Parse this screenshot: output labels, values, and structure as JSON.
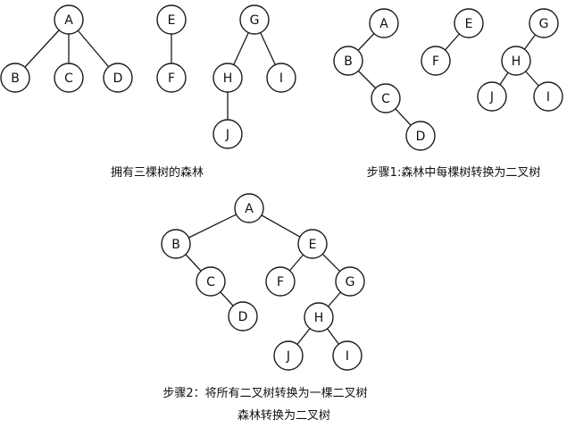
{
  "captions": {
    "forest": "拥有三棵树的森林",
    "step1": "步骤1:森林中每棵树转换为二叉树",
    "step2": "步骤2：将所有二叉树转换为一棵二叉树",
    "title": "森林转换为二叉树"
  },
  "panels": {
    "forest": {
      "nodes": [
        {
          "id": "fa",
          "label": "A"
        },
        {
          "id": "fb",
          "label": "B"
        },
        {
          "id": "fc",
          "label": "C"
        },
        {
          "id": "fd",
          "label": "D"
        },
        {
          "id": "fe",
          "label": "E"
        },
        {
          "id": "ff",
          "label": "F"
        },
        {
          "id": "fg",
          "label": "G"
        },
        {
          "id": "fh",
          "label": "H"
        },
        {
          "id": "fi",
          "label": "I"
        },
        {
          "id": "fj",
          "label": "J"
        }
      ],
      "edges": [
        [
          "fa",
          "fb"
        ],
        [
          "fa",
          "fc"
        ],
        [
          "fa",
          "fd"
        ],
        [
          "fe",
          "ff"
        ],
        [
          "fg",
          "fh"
        ],
        [
          "fg",
          "fi"
        ],
        [
          "fh",
          "fj"
        ]
      ]
    },
    "step1": {
      "nodes": [
        {
          "id": "sa",
          "label": "A"
        },
        {
          "id": "sb",
          "label": "B"
        },
        {
          "id": "sc",
          "label": "C"
        },
        {
          "id": "sd",
          "label": "D"
        },
        {
          "id": "se",
          "label": "E"
        },
        {
          "id": "sf",
          "label": "F"
        },
        {
          "id": "sg",
          "label": "G"
        },
        {
          "id": "sh",
          "label": "H"
        },
        {
          "id": "sj",
          "label": "J"
        },
        {
          "id": "si",
          "label": "I"
        }
      ],
      "edges": [
        [
          "sa",
          "sb"
        ],
        [
          "sb",
          "sc"
        ],
        [
          "sc",
          "sd"
        ],
        [
          "se",
          "sf"
        ],
        [
          "sg",
          "sh"
        ],
        [
          "sh",
          "sj"
        ],
        [
          "sh",
          "si"
        ]
      ]
    },
    "step2": {
      "nodes": [
        {
          "id": "ta",
          "label": "A"
        },
        {
          "id": "tb",
          "label": "B"
        },
        {
          "id": "te",
          "label": "E"
        },
        {
          "id": "tc",
          "label": "C"
        },
        {
          "id": "td",
          "label": "D"
        },
        {
          "id": "tf",
          "label": "F"
        },
        {
          "id": "tg",
          "label": "G"
        },
        {
          "id": "th",
          "label": "H"
        },
        {
          "id": "tj",
          "label": "J"
        },
        {
          "id": "ti",
          "label": "I"
        }
      ],
      "edges": [
        [
          "ta",
          "tb"
        ],
        [
          "ta",
          "te"
        ],
        [
          "tb",
          "tc"
        ],
        [
          "tc",
          "td"
        ],
        [
          "te",
          "tf"
        ],
        [
          "te",
          "tg"
        ],
        [
          "tg",
          "th"
        ],
        [
          "th",
          "tj"
        ],
        [
          "th",
          "ti"
        ]
      ]
    }
  }
}
